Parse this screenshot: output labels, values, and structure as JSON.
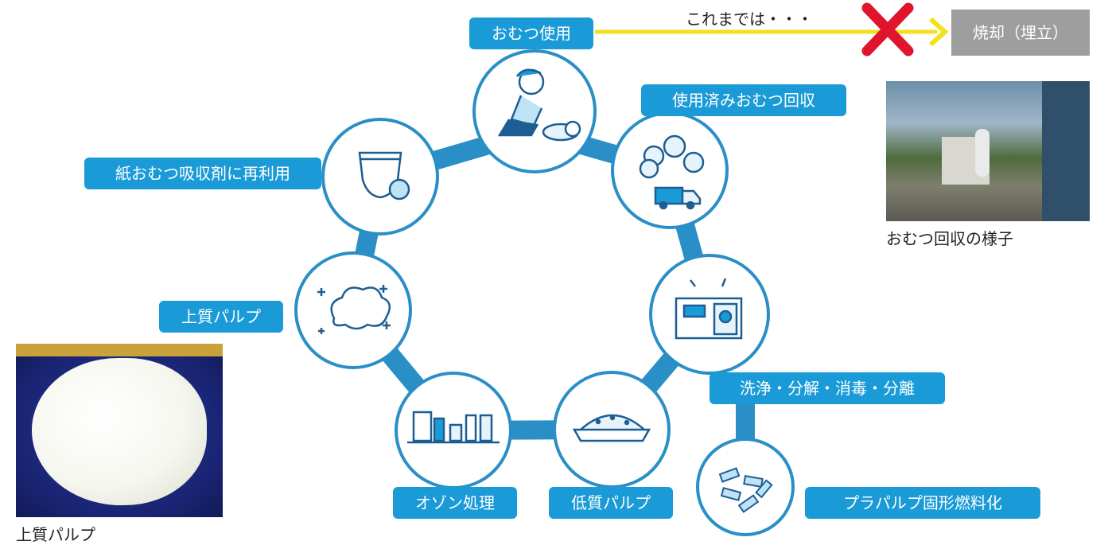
{
  "colors": {
    "accent": "#1a9bd7",
    "ring": "#2a8fc6",
    "arrow": "#f2e11c",
    "cross": "#e0142c",
    "gray_box": "#9e9e9e"
  },
  "top": {
    "start_label": "おむつ使用",
    "arrow_caption": "これまでは・・・",
    "end_label": "焼却（埋立）"
  },
  "cycle": {
    "used_collect": "使用済みおむつ回収",
    "process": "洗浄・分解・消毒・分離",
    "low_pulp": "低質パルプ",
    "ozone": "オゾン処理",
    "high_pulp": "上質パルプ",
    "reuse": "紙おむつ吸収剤に再利用",
    "fuel": "プラパルプ固形燃料化"
  },
  "photos": {
    "collection_caption": "おむつ回収の様子",
    "pulp_caption": "上質パルプ"
  }
}
